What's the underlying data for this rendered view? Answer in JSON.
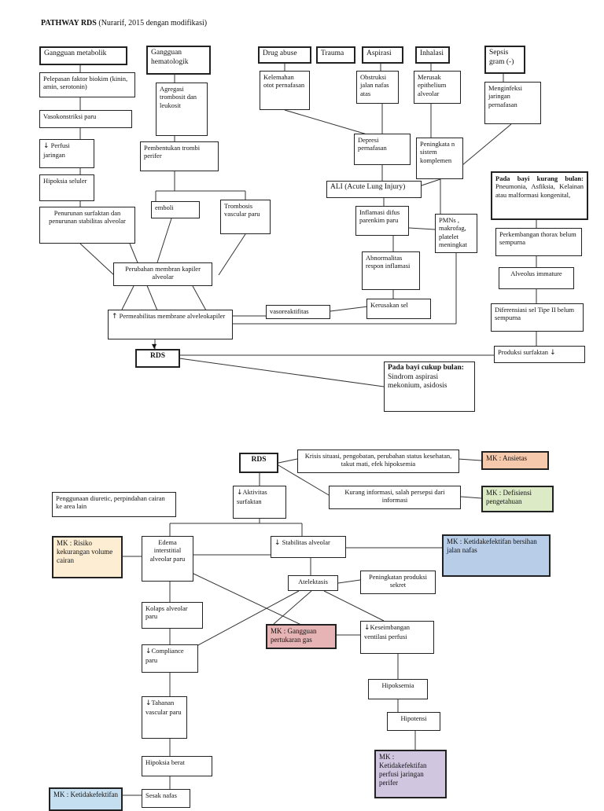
{
  "header": {
    "title": "PATHWAY RDS",
    "subtitle": "(Nurarif, 2015 dengan modifikasi)"
  },
  "pathway1": {
    "metabolik": "Gangguan metabolik",
    "pelepasan": "Pelepasan faktor biokim (kinin, amin, serotonin)",
    "vasokonstriksi": "Vasokonstriksi paru",
    "perfusi": "Perfusi jaringan",
    "hipoksia": "Hipoksia seluler",
    "penurunan_surfaktan": "Penurunan surfaktan dan penurunan stabilitas alveolar",
    "hematologik": "Gangguan hematologik",
    "agregasi": "Agregasi trombosit dan leukosit",
    "pembentukan": "Pembentukan trombi perifer",
    "emboli": "emboli",
    "trombosis": "Trombosis vascular paru",
    "perubahan_membran": "Perubahan membran kapiler alveolar",
    "permeabilitas": "Permeabilitas membrane alveleokapiler",
    "rds": "RDS",
    "vasoreaktifitas": "vasoreaktifitas",
    "drug_abuse": "Drug abuse",
    "trauma": "Trauma",
    "aspirasi": "Aspirasi",
    "inhalasi": "Inhalasi",
    "sepsis": "Sepsis gram (-)",
    "kelemahan": "Kelemahan otot pernafasan",
    "obstruksi": "Obstruksi jalan nafas atas",
    "merusak": "Merusak epithelium alveolar",
    "menginfeksi": "Menginfeksi jaringan pernafasan",
    "depresi": "Depresi pernafasan",
    "peningkatan_komplemen": "Peningkata n sistem komplemen",
    "ali": "ALI (Acute Lung Injury)",
    "inflamasi": "Inflamasi difus parenkim paru",
    "pmns": "PMNs , makrofag, platelet meningkat",
    "abnormalitas": "Abnormalitas respon inflamasi",
    "kerusakan": "Kerusakan sel",
    "kurang_bulan_title": "Pada bayi kurang bulan:",
    "kurang_bulan_text": "Pneumonia, Asfiksia, Kelainan atau malformasi kongenital,",
    "perkembangan": "Perkembangan thorax belum sempurna",
    "alveolus": "Alveolus immature",
    "diferensiasi": "Diferensiasi sel Tipe II belum sempurna",
    "produksi": "Produksi surfaktan",
    "cukup_bulan_title": "Pada bayi cukup bulan:",
    "cukup_bulan_text": "Sindrom aspirasi mekonium, asidosis"
  },
  "pathway2": {
    "rds": "RDS",
    "krisis": "Krisis situasi, pengobatan, perubahan status kesehatan, takut mati, efek hipoksemia",
    "mk_ansietas": "MK : Ansietas",
    "kurang_info": "Kurang informasi, salah persepsi dari informasi",
    "mk_defisiensi": "MK : Defisiensi pengetahuan",
    "aktivitas": "Aktivitas surfaktan",
    "diuretic": "Penggunaan diuretic, perpindahan cairan ke area lain",
    "mk_risiko": "MK : Risiko kekurangan volume cairan",
    "edema": "Edema interstitial alveolar paru",
    "stabilitas": "Stabilitas alveolar",
    "mk_bersihan": "MK : Ketidakefektifan bersihan jalan nafas",
    "atelektasis": "Atelektasis",
    "sekret": "Peningkatan produksi sekret",
    "kolaps": "Kolaps alveolar paru",
    "mk_gas": "MK : Gangguan pertukaran gas",
    "keseimbangan": "Keseimbangan ventilasi perfusi",
    "compliance": "Compliance paru",
    "hipoksemia": "Hipoksemia",
    "tahanan": "Tahanan vascular paru",
    "hipotensi": "Hipotensi",
    "hipoksia_berat": "Hipoksia berat",
    "mk_perfusi": "MK : Ketidakefektifan perfusi jaringan perifer",
    "sesak": "Sesak nafas",
    "mk_bottom": "MK : Ketidakefektifan"
  },
  "colors": {
    "ansietas": "#f7c9ac",
    "defisiensi": "#dcebc6",
    "risiko": "#fdeed3",
    "bersihan": "#b8cde8",
    "gas": "#e6b4b4",
    "perfusi": "#d1c6e0",
    "bottom": "#c5dff0"
  }
}
